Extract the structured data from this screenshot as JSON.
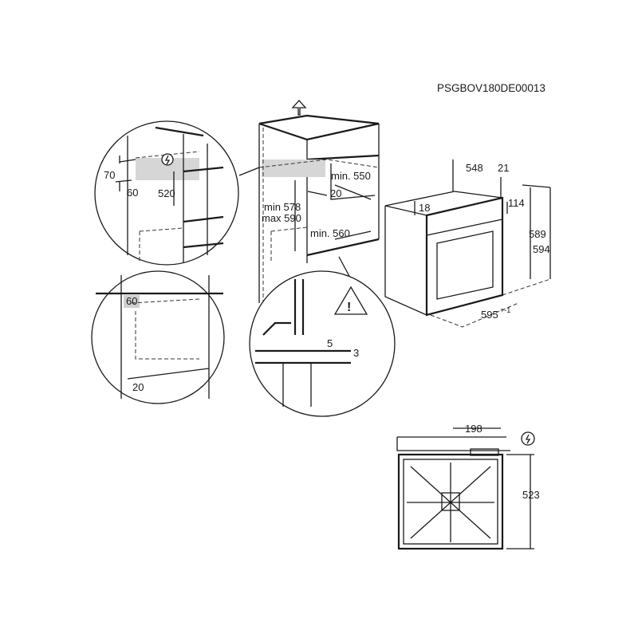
{
  "doc_code": "PSGBOV180DE00013",
  "detail_top": {
    "d70": "70",
    "d60": "60",
    "d520": "520"
  },
  "cabinet": {
    "min_height": "min 578",
    "max_height": "max 590",
    "min_depth": "min. 550",
    "gap": "20",
    "min_width": "min. 560"
  },
  "oven": {
    "depth": "548",
    "front": "21",
    "top": "18",
    "panel": "114",
    "h1": "589",
    "h2": "594",
    "width": "595",
    "tolerance": "+-1"
  },
  "detail_left": {
    "d60": "60",
    "d20": "20"
  },
  "detail_support": {
    "d5": "5",
    "d3": "3"
  },
  "rear_view": {
    "d198": "198",
    "d523": "523"
  }
}
